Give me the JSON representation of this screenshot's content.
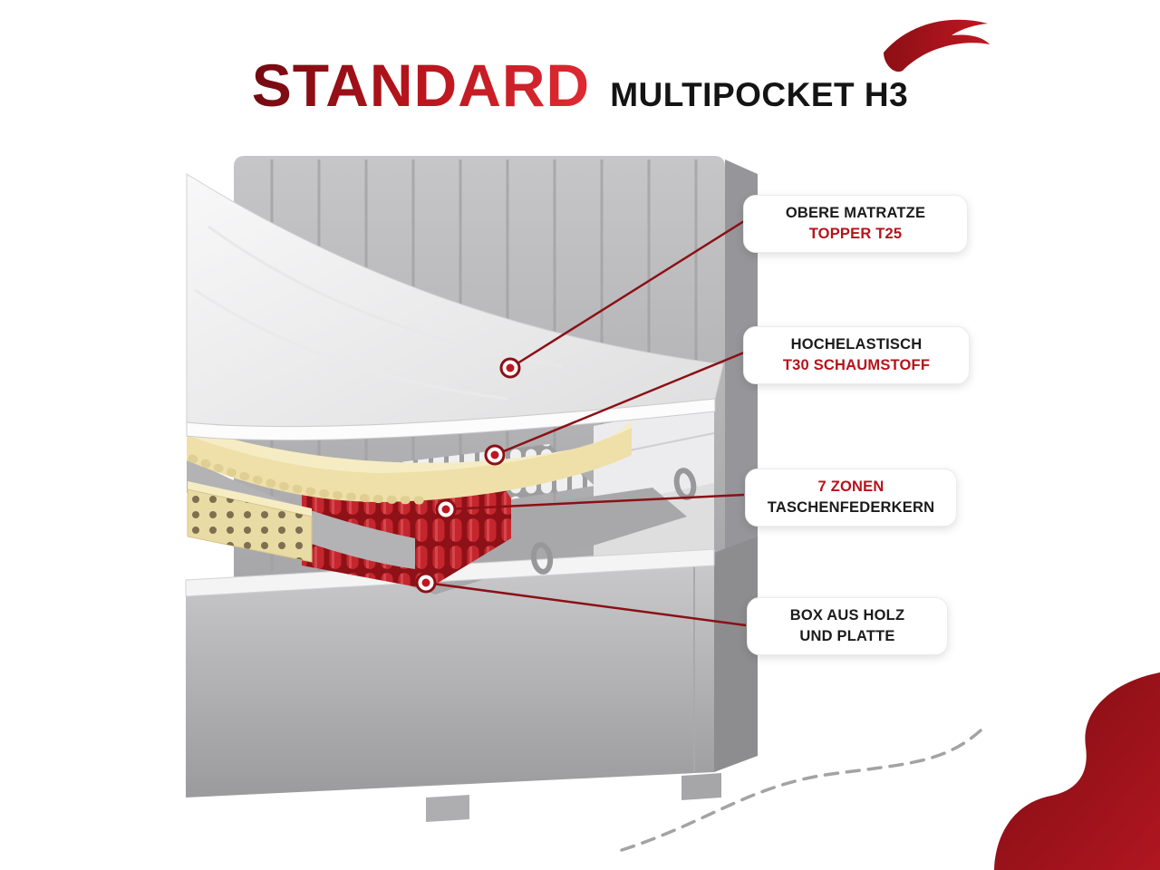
{
  "title": {
    "main": "STANDARD",
    "sub": "MULTIPOCKET H3"
  },
  "callouts": [
    {
      "id": "topper",
      "lines": [
        {
          "text": "OBERE MATRATZE",
          "style": "dark"
        },
        {
          "text": "TOPPER T25",
          "style": "red"
        }
      ]
    },
    {
      "id": "foam",
      "lines": [
        {
          "text": "HOCHELASTISCH",
          "style": "dark"
        },
        {
          "text": "T30 SCHAUMSTOFF",
          "style": "red"
        }
      ]
    },
    {
      "id": "springs",
      "lines": [
        {
          "text": "7 ZONEN",
          "style": "red"
        },
        {
          "text": "TASCHENFEDERKERN",
          "style": "dark"
        }
      ]
    },
    {
      "id": "box",
      "lines": [
        {
          "text": "BOX AUS HOLZ",
          "style": "dark"
        },
        {
          "text": "UND PLATTE",
          "style": "dark"
        }
      ]
    }
  ],
  "colors": {
    "accent_red": "#c01722",
    "dark_red": "#8b1016",
    "text_dark": "#1b1b1b",
    "foam_cream": "#eee0a8",
    "fabric_gray": "#b3b3b5"
  }
}
